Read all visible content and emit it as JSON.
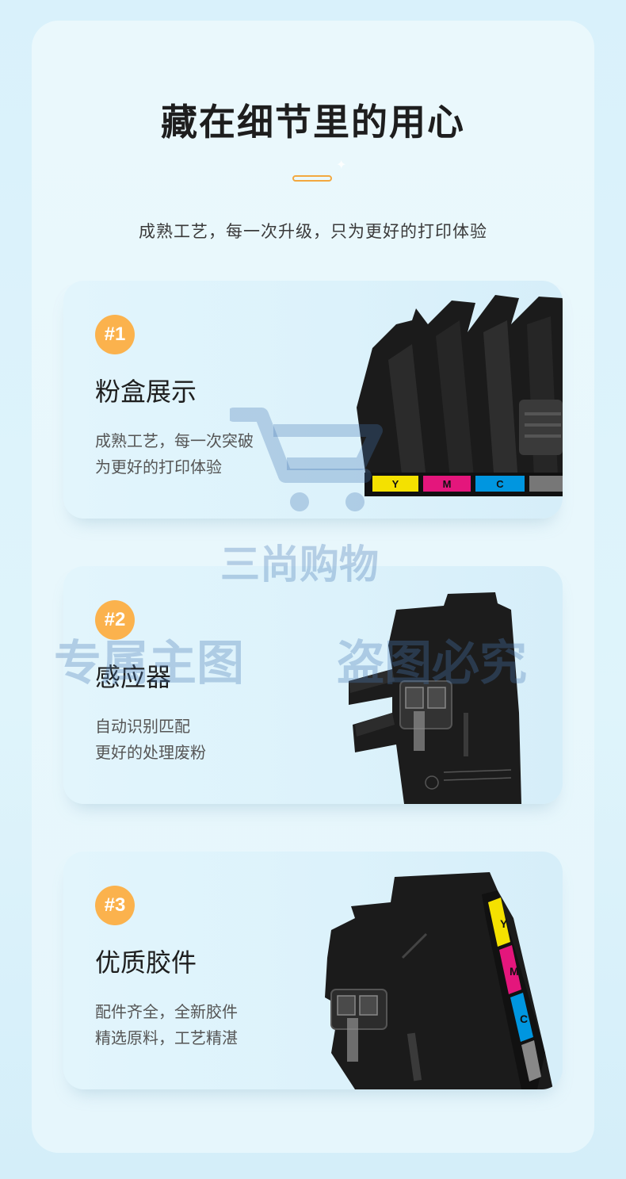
{
  "header": {
    "title": "藏在细节里的用心",
    "subtitle": "成熟工艺，每一次升级，只为更好的打印体验"
  },
  "features": [
    {
      "badge": "#1",
      "title": "粉盒展示",
      "desc": [
        "成熟工艺，每一次突破",
        "为更好的打印体验"
      ],
      "image": "toner-cartridge-top-view"
    },
    {
      "badge": "#2",
      "title": "感应器",
      "desc": [
        "自动识别匹配",
        "更好的处理废粉"
      ],
      "image": "sensor-chip-closeup"
    },
    {
      "badge": "#3",
      "title": "优质胶件",
      "desc": [
        "配件齐全，全新胶件",
        "精选原料，工艺精湛"
      ],
      "image": "cartridge-side-view"
    }
  ],
  "color_labels": {
    "yellow": "Y",
    "magenta": "M",
    "cyan": "C"
  },
  "watermarks": {
    "brand": "三尚购物",
    "left": "专属主图",
    "right": "盗图必究"
  },
  "colors": {
    "accent": "#fbb24d",
    "title_underline": "#f3a83f",
    "yellow": "#f4e100",
    "magenta": "#e4167c",
    "cyan": "#0096e0",
    "watermark": "#4678b4"
  }
}
